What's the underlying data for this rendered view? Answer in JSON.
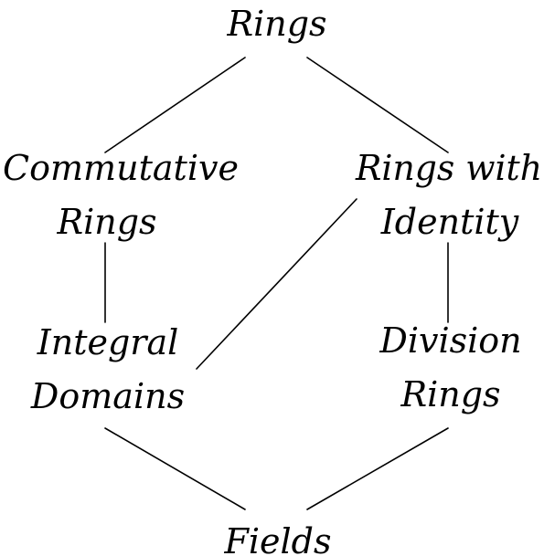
{
  "diagram": {
    "nodes": {
      "rings": {
        "lines": [
          "Rings"
        ]
      },
      "commutative_rings": {
        "lines": [
          "Commutative",
          "Rings"
        ]
      },
      "rings_with_identity": {
        "lines": [
          "Rings with",
          "Identity"
        ]
      },
      "integral_domains": {
        "lines": [
          "Integral",
          "Domains"
        ]
      },
      "division_rings": {
        "lines": [
          "Division",
          "Rings"
        ]
      },
      "fields": {
        "lines": [
          "Fields"
        ]
      }
    },
    "edges": [
      {
        "from": "rings",
        "to": "commutative_rings"
      },
      {
        "from": "rings",
        "to": "rings_with_identity"
      },
      {
        "from": "commutative_rings",
        "to": "integral_domains"
      },
      {
        "from": "rings_with_identity",
        "to": "integral_domains"
      },
      {
        "from": "rings_with_identity",
        "to": "division_rings"
      },
      {
        "from": "integral_domains",
        "to": "fields"
      },
      {
        "from": "division_rings",
        "to": "fields"
      }
    ]
  }
}
